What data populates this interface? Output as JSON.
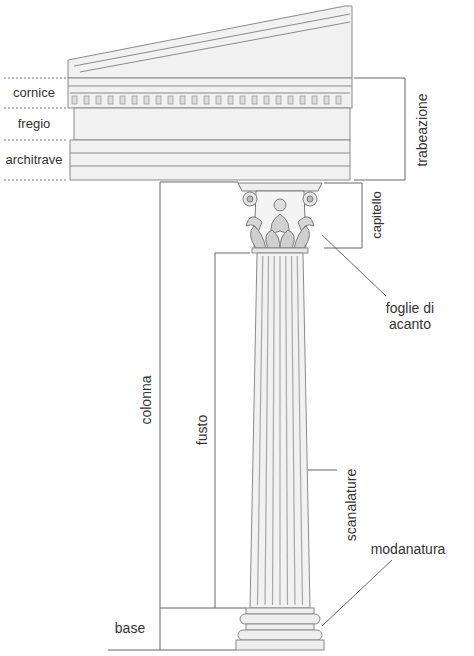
{
  "diagram": {
    "labels": [
      "cornice",
      "fregio",
      "architrave",
      "trabeazione",
      "capitello",
      "foglie di acanto",
      "colonna",
      "fusto",
      "scanalature",
      "modanatura",
      "base"
    ]
  }
}
